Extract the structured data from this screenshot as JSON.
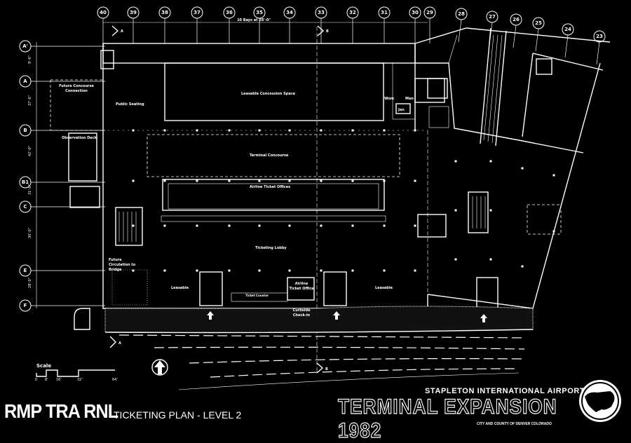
{
  "plan": {
    "title": "TICKETING PLAN - LEVEL 2",
    "firm_logo": "RMP TRA RNL",
    "project_client": "STAPLETON INTERNATIONAL AIRPORT",
    "project_title": "TERMINAL EXPANSION 1982",
    "city": "CITY AND COUNTY OF DENVER COLORADO",
    "scale_label": "Scale",
    "scale_ticks": [
      "0",
      "8'",
      "16'",
      "32'",
      "64'"
    ],
    "bays_note": "10 Bays at 28'-0\"",
    "section_marks": [
      "A",
      "B",
      "A",
      "B"
    ]
  },
  "grid": {
    "top_columns": [
      "40",
      "39",
      "38",
      "37",
      "36",
      "35",
      "34",
      "33",
      "32",
      "31",
      "30",
      "29",
      "28",
      "27",
      "26",
      "25",
      "24",
      "23"
    ],
    "side_rows": [
      "A'",
      "A",
      "B",
      "B1",
      "C",
      "E",
      "F"
    ],
    "side_dims": [
      "9'-6\"",
      "37'-6\"",
      "42'-0\"",
      "31'-0\"",
      "30'-0\"",
      "28'-0\""
    ]
  },
  "rooms": {
    "future_concourse": "Future Concourse Connection",
    "public_seating": "Public Seating",
    "leasable_concession": "Leasable Concession Space",
    "women": "Wom",
    "men": "Men",
    "janitor": "Jan",
    "observation_deck": "Observation Deck",
    "terminal_concourse": "Terminal Concourse",
    "airline_ticket_offices": "Airline Ticket Offices",
    "ticket_counter_top": "Ticket Counter",
    "ticketing_lobby": "Ticketing Lobby",
    "future_circulation": "Future Circulation to Bridge",
    "leasable_left": "Leasable",
    "leasable_right": "Leasable",
    "ticket_counter_bottom": "Ticket Counter",
    "airline_ticket_office_bottom": "Airline Ticket Office",
    "curbside_checkin": "Curbside Check-in"
  }
}
